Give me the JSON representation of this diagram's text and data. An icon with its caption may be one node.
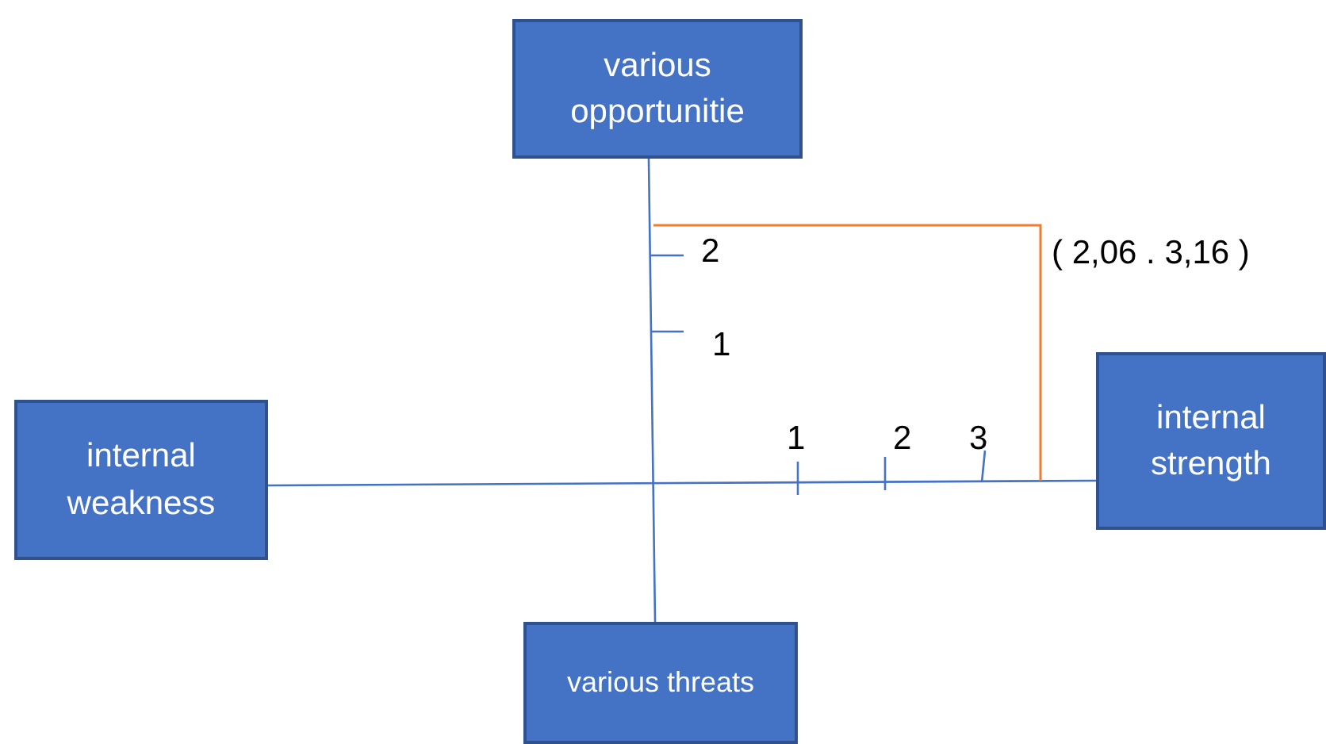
{
  "diagram": {
    "nodes": [
      {
        "text": [
          "various opportunitie"
        ]
      },
      {
        "text": [
          "internal weakness"
        ]
      },
      {
        "text": [
          "internal strength"
        ]
      },
      {
        "text": [
          "various threats"
        ]
      }
    ],
    "edges": [
      {
        "from": 0,
        "to": 3,
        "arrow": "none"
      },
      {
        "from": 1,
        "to": 2,
        "arrow": "none"
      }
    ],
    "labels": [
      "2",
      "( 2,06 . 3,16 )",
      "1",
      "1",
      "2",
      "3"
    ]
  }
}
